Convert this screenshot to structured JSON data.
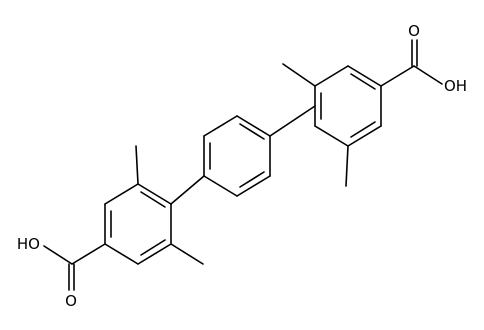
{
  "figure": {
    "type": "chemical-structure",
    "atom_labels": {
      "top_acid_hydroxyl": "OH",
      "top_acid_carbonyl": "O",
      "bottom_acid_hydroxyl": "HO",
      "bottom_acid_carbonyl": "O"
    },
    "colors": {
      "bond": "#000000",
      "background": "#ffffff"
    }
  }
}
